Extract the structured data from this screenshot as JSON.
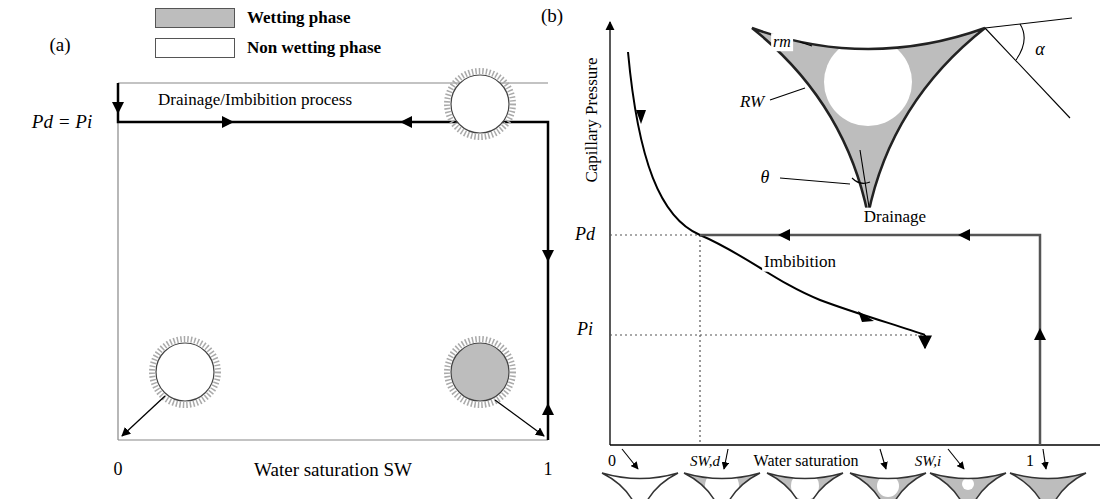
{
  "diagram": {
    "labels": [
      "(a)",
      "Pd = Pi",
      "Drainage/Imbibition process",
      "0",
      "Water saturation SW",
      "1",
      "(b)",
      "Capillary Pressure",
      "rm",
      "RW",
      "α",
      "θ",
      "Pd",
      "Drainage",
      "Imbibition",
      "Pi",
      "0",
      "SW,d",
      "Water saturation",
      "SW,i",
      "1"
    ],
    "legend": [
      {
        "text": "Wetting phase",
        "color": "#bdbdbd"
      },
      {
        "text": "Non wetting phase",
        "color": "#ffffff"
      }
    ]
  }
}
